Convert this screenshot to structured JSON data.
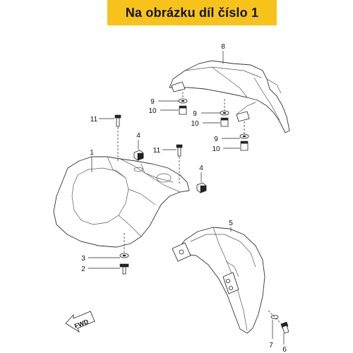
{
  "banner": {
    "text": "Na obrázku díl číslo 1",
    "background": "#f7c31a"
  },
  "callouts": {
    "c1": "1",
    "c2": "2",
    "c3": "3",
    "c4a": "4",
    "c4b": "4",
    "c5": "5",
    "c6": "6",
    "c7": "7",
    "c8": "8",
    "c9a": "9",
    "c9b": "9",
    "c9c": "9",
    "c10a": "10",
    "c10b": "10",
    "c10c": "10",
    "c11a": "11",
    "c11b": "11"
  },
  "fwd_arrow": {
    "text": "FWD"
  },
  "icons": [
    "fwd-arrow-icon",
    "bolt-icon",
    "washer-icon",
    "nut-icon",
    "bracket-icon"
  ]
}
